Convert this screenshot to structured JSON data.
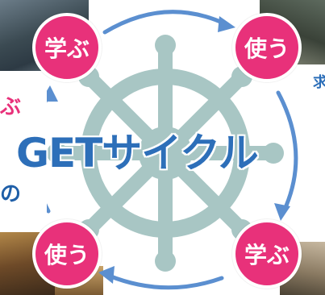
{
  "cycle": {
    "title": "GETサイクル"
  },
  "badges": {
    "top_left": "学ぶ",
    "top_right": "使う",
    "bottom_left": "使う",
    "bottom_right": "学ぶ"
  },
  "fragments": {
    "left_pink": "ぶ",
    "left_blue": "の",
    "top_right": "求"
  },
  "colors": {
    "badge_pink": "#e8317a",
    "title_blue": "#2d6fb9",
    "arrow_blue": "#5b8fd0",
    "wheel": "#a8c6c4"
  },
  "icons": [
    "ship-wheel-icon",
    "cycle-arrow-icon"
  ]
}
